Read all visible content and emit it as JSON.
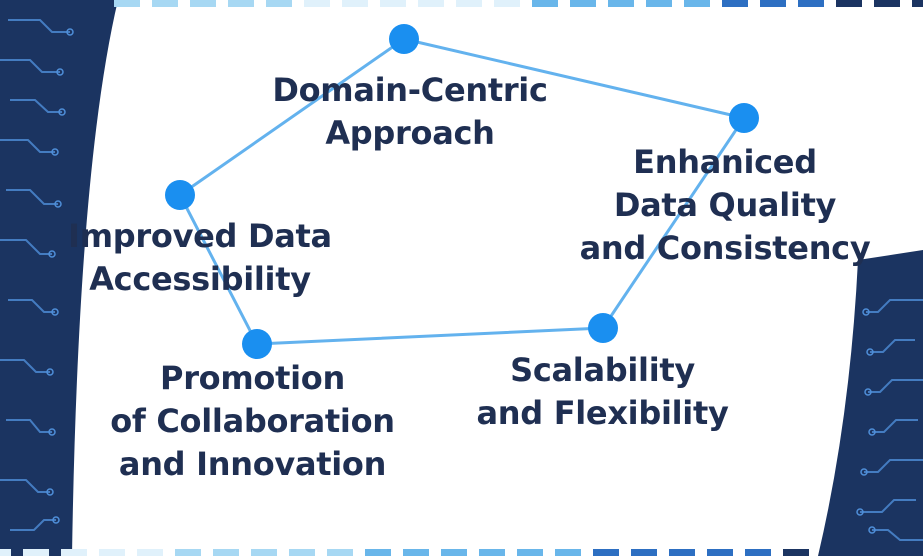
{
  "colors": {
    "background": "#ffffff",
    "circuit_panel": "#1b3461",
    "circuit_trace": "#4f8fd9",
    "node": "#1a8ff0",
    "edge": "#63b2ee",
    "text": "#1f2f52",
    "dash_colors": [
      "#1b3461",
      "#2d6fc2",
      "#69b6ea",
      "#a7d8f3",
      "#e0f1fb"
    ]
  },
  "nodes": [
    {
      "id": "domain",
      "lines": [
        "Domain-Centric",
        "Approach"
      ]
    },
    {
      "id": "enhanced",
      "lines": [
        "Enhaniced",
        "Data Quality",
        "and Consistency"
      ]
    },
    {
      "id": "scalability",
      "lines": [
        "Scalability",
        "and Flexibility"
      ]
    },
    {
      "id": "promotion",
      "lines": [
        "Promotion",
        "of Collaboration",
        "and Innovation"
      ]
    },
    {
      "id": "improved",
      "lines": [
        "Improved Data",
        "Accessibility"
      ]
    }
  ]
}
